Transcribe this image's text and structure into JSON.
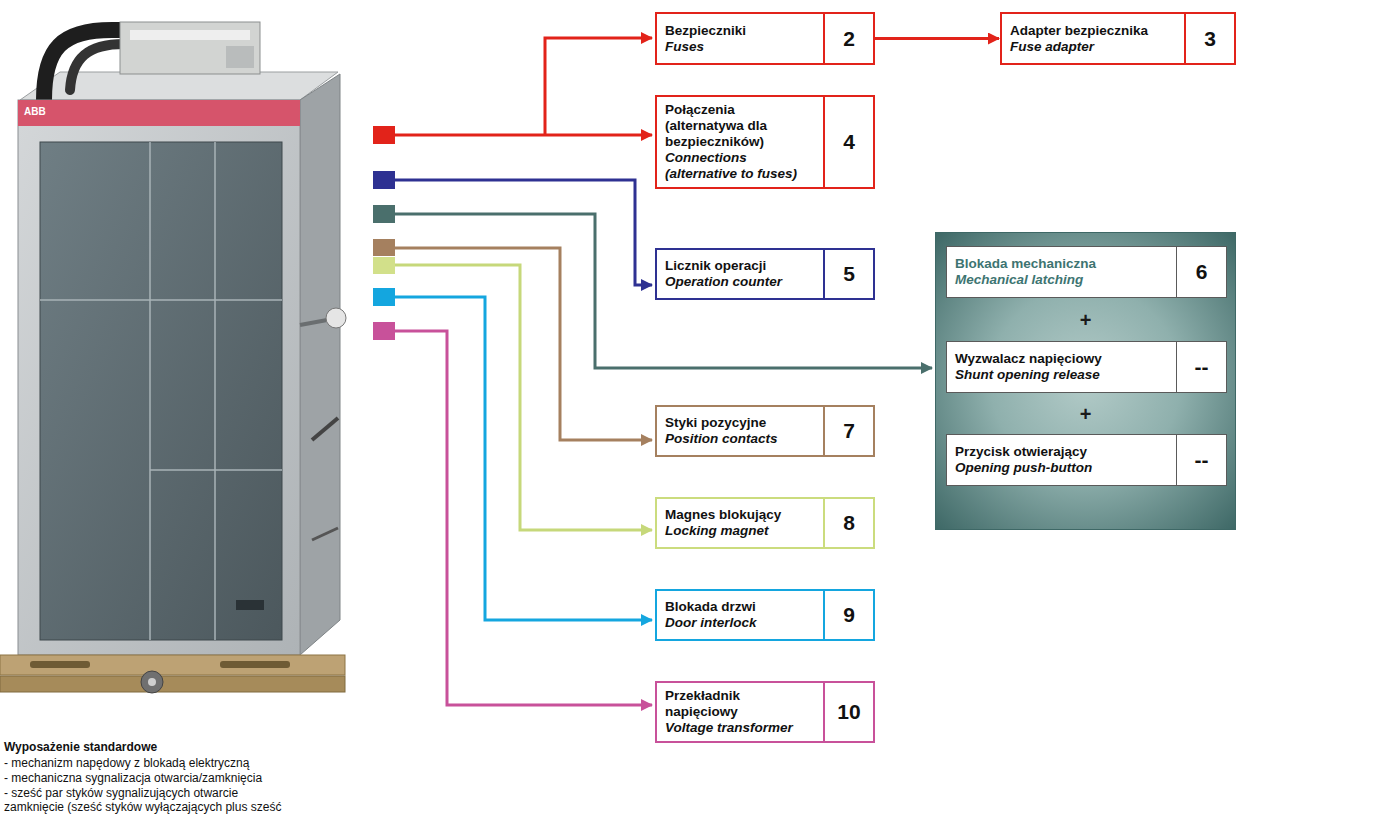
{
  "diagram": {
    "nodes": [
      {
        "text": [
          "Bezpieczniki",
          "Fuses",
          "2"
        ]
      },
      {
        "text": [
          "Adapter bezpiecznika",
          "Fuse adapter",
          "3"
        ]
      },
      {
        "text": [
          "Połączenia (alternatywa dla bezpieczników)",
          "Connections (alternative to fuses)",
          "4"
        ]
      },
      {
        "text": [
          "Licznik operacji",
          "Operation counter",
          "5"
        ]
      },
      {
        "text": [
          "+",
          "+"
        ]
      },
      {
        "text": [
          "Blokada mechaniczna",
          "Mechanical latching",
          "6"
        ],
        "in": 4
      },
      {
        "text": [
          "Wyzwalacz napięciowy",
          "Shunt opening release",
          "--"
        ],
        "in": 4
      },
      {
        "text": [
          "Przycisk otwierający",
          "Opening push-button",
          "--"
        ],
        "in": 4
      },
      {
        "text": [
          "Styki pozycyjne",
          "Position contacts",
          "7"
        ]
      },
      {
        "text": [
          "Magnes blokujący",
          "Locking magnet",
          "8"
        ]
      },
      {
        "text": [
          "Blokada drzwi",
          "Door interlock",
          "9"
        ]
      },
      {
        "text": [
          "Przekładnik napięciowy",
          "Voltage transformer",
          "10"
        ]
      }
    ],
    "edges": [
      {
        "from": 0,
        "to": 1,
        "arrow": "to"
      }
    ],
    "labels": [
      "ABB",
      "Wyposażenie standardowe",
      "- mechanizm napędowy z blokadą elektryczną",
      "- mechaniczna sygnalizacja otwarcia/zamknięcia",
      "- sześć par styków sygnalizujących otwarcie",
      "zamknięcie (sześć styków wyłączających plus sześć"
    ]
  }
}
